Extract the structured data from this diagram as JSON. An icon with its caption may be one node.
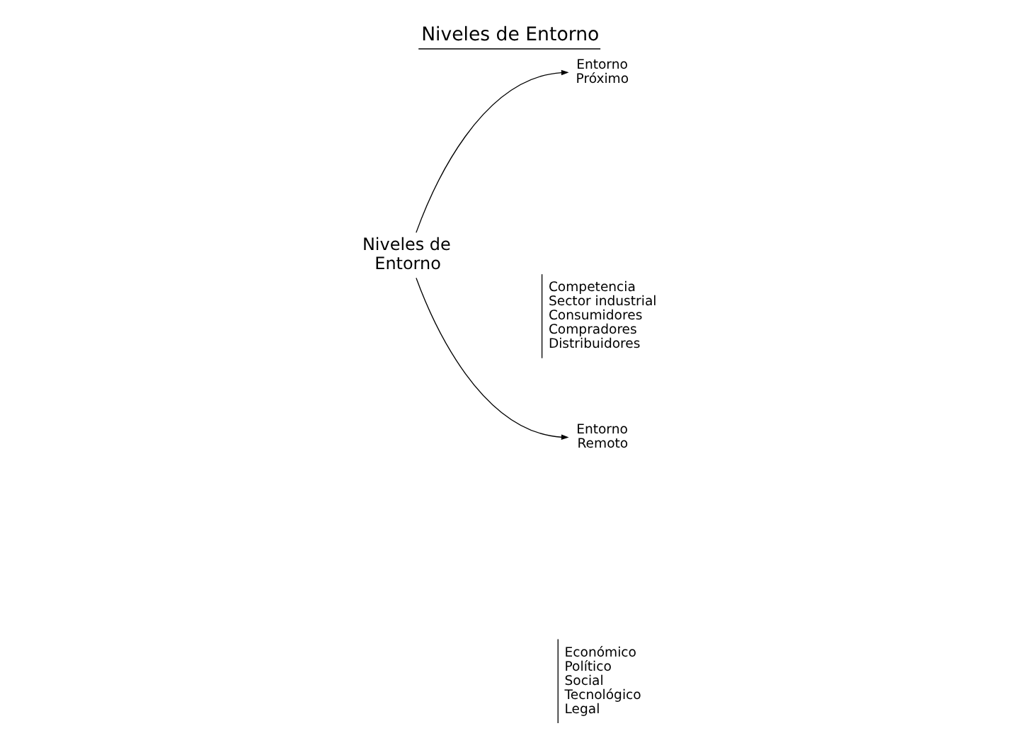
{
  "diagram": {
    "title": "Niveles de Entorno",
    "nodes": [
      {
        "text": [
          "Niveles de Entorno"
        ]
      },
      {
        "text": [
          "Entorno Próximo"
        ],
        "beside": [
          "Competencia",
          "Sector industrial",
          "Consumidores",
          "Compradores",
          "Distribuidores"
        ]
      },
      {
        "text": [
          "Entorno Remoto"
        ],
        "beside": [
          "Económico",
          "Político",
          "Social",
          "Tecnológico",
          "Legal"
        ]
      }
    ],
    "edges": [
      {
        "from": 0,
        "to": 1,
        "arrow": "to"
      },
      {
        "from": 0,
        "to": 2,
        "arrow": "to"
      }
    ]
  }
}
